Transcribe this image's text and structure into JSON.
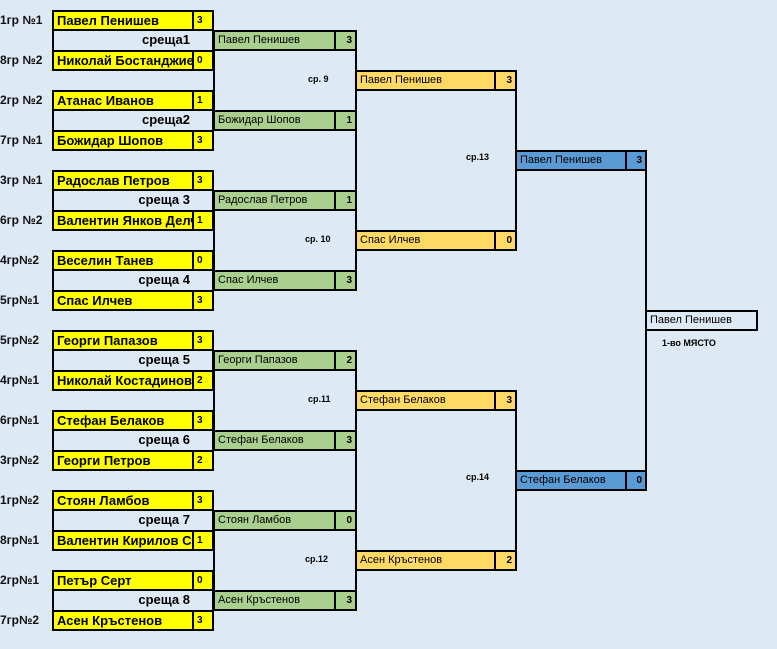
{
  "round1": [
    {
      "meeting": "среща1",
      "p1": {
        "seed": "1гр №1",
        "name": "Павел Пенишев",
        "score": "3"
      },
      "p2": {
        "seed": "8гр №2",
        "name": "Николай Бостанджиев",
        "score": "0"
      }
    },
    {
      "meeting": "среща2",
      "p1": {
        "seed": "2гр №2",
        "name": "Атанас Иванов",
        "score": "1"
      },
      "p2": {
        "seed": "7гр №1",
        "name": "Божидар Шопов",
        "score": "3"
      }
    },
    {
      "meeting": "среща 3",
      "p1": {
        "seed": "3гр №1",
        "name": "Радослав Петров",
        "score": "3"
      },
      "p2": {
        "seed": "6гр №2",
        "name": "Валентин Янков Делчев",
        "score": "1"
      }
    },
    {
      "meeting": "среща 4",
      "p1": {
        "seed": "4гр№2",
        "name": "Веселин Танев",
        "score": "0"
      },
      "p2": {
        "seed": "5гр№1",
        "name": "Спас Илчев",
        "score": "3"
      }
    },
    {
      "meeting": "среща 5",
      "p1": {
        "seed": "5гр№2",
        "name": "Георги Папазов",
        "score": "3"
      },
      "p2": {
        "seed": "4гр№1",
        "name": "Николай Костадинов",
        "score": "2"
      }
    },
    {
      "meeting": "среща 6",
      "p1": {
        "seed": "6гр№1",
        "name": "Стефан Белаков",
        "score": "3"
      },
      "p2": {
        "seed": "3гр№2",
        "name": "Георги Петров",
        "score": "2"
      }
    },
    {
      "meeting": "среща 7",
      "p1": {
        "seed": "1гр№2",
        "name": "Стоян Ламбов",
        "score": "3"
      },
      "p2": {
        "seed": "8гр№1",
        "name": "Валентин Кирилов Стоянов",
        "score": "1"
      }
    },
    {
      "meeting": "среща 8",
      "p1": {
        "seed": "2гр№1",
        "name": "Петър Серт",
        "score": "0"
      },
      "p2": {
        "seed": "7гр№2",
        "name": "Асен Кръстенов",
        "score": "3"
      }
    }
  ],
  "round2": [
    {
      "name": "Павел Пенишев",
      "score": "3"
    },
    {
      "name": "Божидар Шопов",
      "score": "1"
    },
    {
      "name": "Радослав Петров",
      "score": "1"
    },
    {
      "name": "Спас Илчев",
      "score": "3"
    },
    {
      "name": "Георги Папазов",
      "score": "2"
    },
    {
      "name": "Стефан Белаков",
      "score": "3"
    },
    {
      "name": "Стоян Ламбов",
      "score": "0"
    },
    {
      "name": "Асен Кръстенов",
      "score": "3"
    }
  ],
  "round2_labels": [
    "ср. 9",
    "ср. 10",
    "ср.11",
    "ср.12"
  ],
  "round3": [
    {
      "name": "Павел Пенишев",
      "score": "3"
    },
    {
      "name": "Спас Илчев",
      "score": "0"
    },
    {
      "name": "Стефан Белаков",
      "score": "3"
    },
    {
      "name": "Асен Кръстенов",
      "score": "2"
    }
  ],
  "round3_labels": [
    "ср.13",
    "ср.14"
  ],
  "semis": [
    {
      "name": "Павел Пенишев",
      "score": "3"
    },
    {
      "name": "Стефан Белаков",
      "score": "0"
    }
  ],
  "champion": {
    "name": "Павел Пенишев",
    "place_label": "1-во МЯСТО"
  }
}
